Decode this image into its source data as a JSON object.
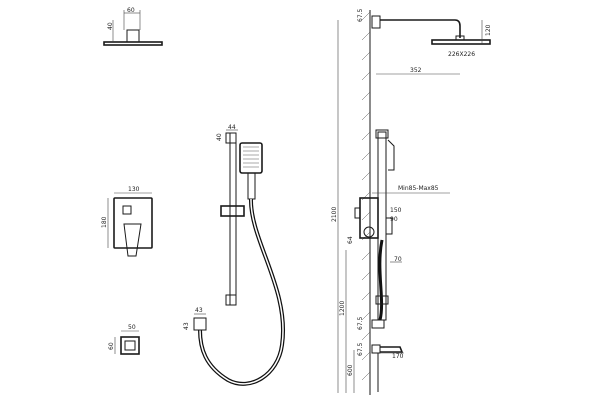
{
  "drawing": {
    "shower_head_top": {
      "width": "60",
      "height": "40"
    },
    "handheld_shower": {
      "width": "44",
      "height": "40"
    },
    "mixer_plate": {
      "width": "130",
      "height": "180"
    },
    "wall_elbow_small": {
      "width": "50",
      "height": "60"
    },
    "hose_connector": {
      "width": "43",
      "height": "43"
    },
    "overhead_arm": {
      "riser_offset": "67.5",
      "arm_drop": "120",
      "head_size": "226X226",
      "arm_length": "352"
    },
    "riser": {
      "total_height": "2100",
      "lower_height": "1200",
      "spout_height": "600",
      "bracket_range": "Min85-Max85",
      "inlet_spacing_a": "150",
      "inlet_spacing_b": "90",
      "valve_offset": "64",
      "mid_length": "70",
      "outlet_offset": "67.5",
      "spout_offset_low": "67.5",
      "spout_length": "170"
    }
  }
}
